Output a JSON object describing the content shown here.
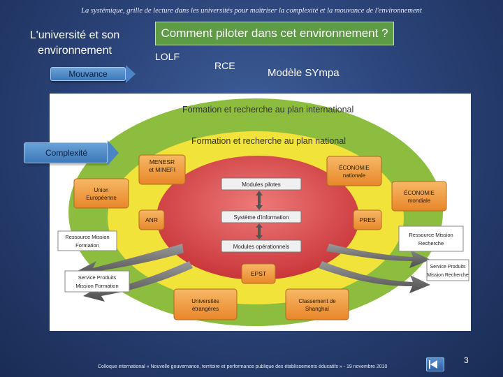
{
  "header": {
    "caption": "La systémique, grille de lecture dans les universités pour maîtriser la complexité et la mouvance de l'environnement"
  },
  "left_panel": {
    "title_line1": "L'université et son",
    "title_line2": "environnement",
    "mouvance_label": "Mouvance",
    "complexite_label": "Complexité"
  },
  "piloting": {
    "question": "Comment piloter dans cet environnement ?",
    "lolf": "LOLF",
    "rce": "RCE",
    "sympa": "Modèle SYmpa"
  },
  "diagram": {
    "outer_ring_label": "Formation et recherche au plan international",
    "middle_ring_label": "Formation et recherche au plan national",
    "core_modules": [
      "Modules pilotes",
      "Système d'information",
      "Modules opérationnels"
    ],
    "national_boxes": [
      "MENESR et MINEFI",
      "ÉCONOMIE nationale",
      "ANR",
      "PRES",
      "EPST"
    ],
    "international_boxes": [
      "Union Européenne",
      "ÉCONOMIE mondiale",
      "Universités étrangères",
      "Classement de Shanghaï"
    ],
    "flow_boxes": {
      "ressource_formation": [
        "Ressource Mission",
        "Formation"
      ],
      "service_formation": [
        "Service Produits",
        "Mission Formation"
      ],
      "ressource_recherche": [
        "Ressource Mission",
        "Recherche"
      ],
      "service_recherche": [
        "Service Produits",
        "Mission Recherche"
      ]
    },
    "colors": {
      "outer_ring": "#8cbd3f",
      "middle_ring": "#f2e33a",
      "core": "#d9464a",
      "orange_box": "#f0a03c"
    }
  },
  "footer": {
    "caption": "Colloque international « Nouvelle gouvernance, territoire et performance publique des établissements éducatifs » - 19 novembre 2010",
    "page_number": "3"
  }
}
